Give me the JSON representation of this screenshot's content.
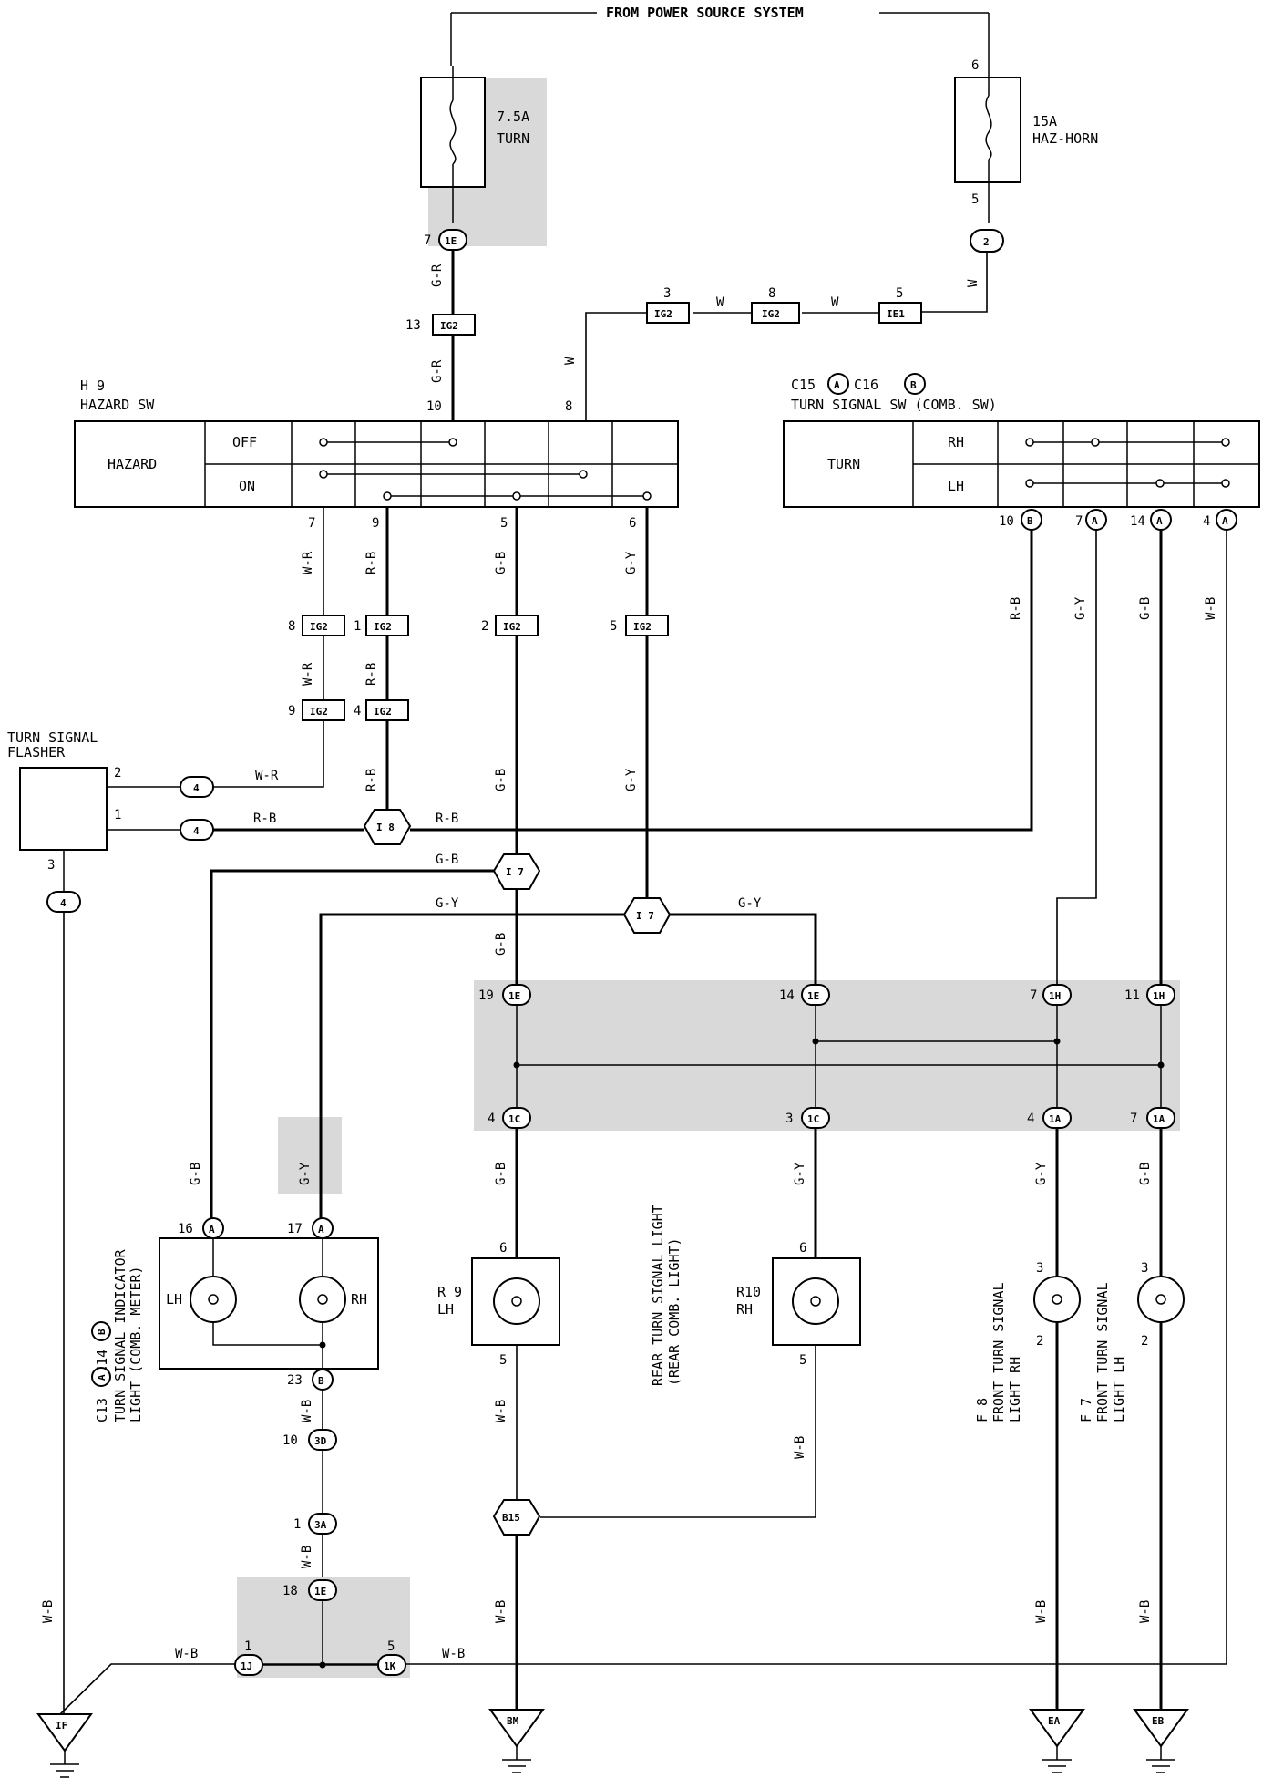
{
  "header": {
    "power_source": "FROM POWER SOURCE SYSTEM"
  },
  "fuses": [
    {
      "rating": "7.5A",
      "name": "TURN"
    },
    {
      "rating": "15A",
      "name": "HAZ-HORN",
      "pin_in": "6",
      "pin_out": "5"
    }
  ],
  "hazard_sw": {
    "ref": "H 9",
    "name": "HAZARD SW",
    "label": "HAZARD",
    "rows": [
      "OFF",
      "ON"
    ],
    "pins": [
      "7",
      "9",
      "5",
      "6",
      "10",
      "8"
    ]
  },
  "turn_sw": {
    "ref": "C15",
    "ref_a": "A",
    "ref2": "C16",
    "ref_b": "B",
    "name": "TURN SIGNAL SW (COMB. SW)",
    "label": "TURN",
    "rows": [
      "RH",
      "LH"
    ],
    "pins": [
      {
        "num": "10",
        "conn": "B"
      },
      {
        "num": "7",
        "conn": "A"
      },
      {
        "num": "14",
        "conn": "A"
      },
      {
        "num": "4",
        "conn": "A"
      }
    ]
  },
  "flasher": {
    "name_line1": "TURN SIGNAL",
    "name_line2": "FLASHER",
    "pins": [
      "2",
      "1",
      "3"
    ]
  },
  "indicator": {
    "ref": "C13",
    "ref_a": "A",
    "ref2": "C14",
    "ref_b": "B",
    "line1": "TURN SIGNAL INDICATOR",
    "line2": "LIGHT (COMB. METER)",
    "lamp_lh": "LH",
    "lamp_rh": "RH",
    "pins": [
      "16",
      "17",
      "23"
    ],
    "pin_conn": [
      "A",
      "A",
      "B"
    ]
  },
  "rear_lights": {
    "line1": "REAR TURN SIGNAL LIGHT",
    "line2": "(REAR COMB. LIGHT)",
    "lh_ref": "R 9",
    "lh_side": "LH",
    "rh_ref": "R10",
    "rh_side": "RH",
    "pin_in": "6",
    "pin_out": "5"
  },
  "front_rh": {
    "ref": "F 8",
    "line1": "FRONT TURN SIGNAL",
    "line2": "LIGHT RH",
    "pin_in": "3",
    "pin_out": "2"
  },
  "front_lh": {
    "ref": "F 7",
    "line1": "FRONT TURN SIGNAL",
    "line2": "LIGHT LH",
    "pin_in": "3",
    "pin_out": "2"
  },
  "connectors": {
    "c1e": "1E",
    "c2": "2",
    "ig2": "IG2",
    "ie1": "IE1",
    "c4": "4",
    "i8": "I 8",
    "i7": "I 7",
    "c1h": "1H",
    "c1c": "1C",
    "c1a": "1A",
    "c3d": "3D",
    "c3a": "3A",
    "c1j": "1J",
    "c1k": "1K",
    "b15": "B15"
  },
  "pins": {
    "p7": "7",
    "p13": "13",
    "p10": "10",
    "p8": "8",
    "p3": "3",
    "p5": "5",
    "p1": "1",
    "p2": "2",
    "p9": "9",
    "p4": "4",
    "p19": "19",
    "p14": "14",
    "p11": "11",
    "p18": "18"
  },
  "wires": {
    "w": "W",
    "gr": "G-R",
    "wr": "W-R",
    "rb": "R-B",
    "gb": "G-B",
    "gy": "G-Y",
    "wb": "W-B"
  },
  "grounds": [
    "IF",
    "BM",
    "EA",
    "EB"
  ]
}
